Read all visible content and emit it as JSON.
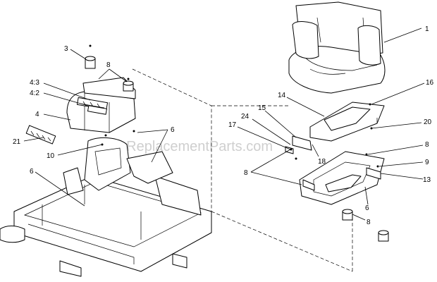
{
  "watermark": "eReplacementParts.com",
  "callouts": {
    "c1": "1",
    "c3": "3",
    "c4": "4",
    "c4_2": "4:2",
    "c4_3": "4:3",
    "c6a": "6",
    "c6b": "6",
    "c6c": "6",
    "c8a": "8",
    "c8b": "8",
    "c8c": "8",
    "c8d": "8",
    "c9": "9",
    "c10": "10",
    "c13": "13",
    "c14": "14",
    "c15": "15",
    "c16": "16",
    "c17": "17",
    "c18": "18",
    "c20": "20",
    "c21": "21",
    "c24": "24"
  }
}
